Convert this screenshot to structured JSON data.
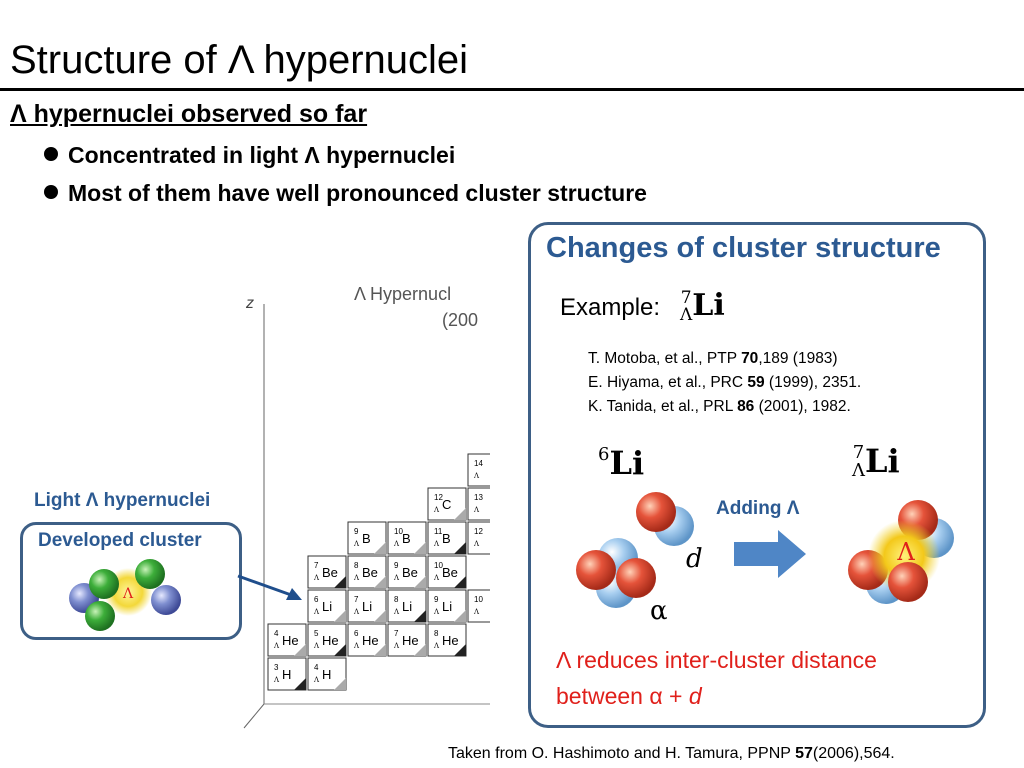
{
  "slide": {
    "title": "Structure of Λ hypernuclei",
    "heading": "Λ hypernuclei observed so far",
    "bullets": [
      "Concentrated in light Λ hypernuclei",
      "Most of them have well pronounced cluster structure"
    ]
  },
  "chart_figure": {
    "z_axis": "z",
    "title_line1": "Λ Hypernucl",
    "title_line2": "(200",
    "cells": [
      {
        "row": 0,
        "col": 0,
        "A": "3",
        "sym": "H"
      },
      {
        "row": 0,
        "col": 1,
        "A": "4",
        "sym": "H"
      },
      {
        "row": 1,
        "col": 0,
        "A": "4",
        "sym": "He"
      },
      {
        "row": 1,
        "col": 1,
        "A": "5",
        "sym": "He"
      },
      {
        "row": 1,
        "col": 2,
        "A": "6",
        "sym": "He"
      },
      {
        "row": 1,
        "col": 3,
        "A": "7",
        "sym": "He"
      },
      {
        "row": 1,
        "col": 4,
        "A": "8",
        "sym": "He"
      },
      {
        "row": 2,
        "col": 1,
        "A": "6",
        "sym": "Li"
      },
      {
        "row": 2,
        "col": 2,
        "A": "7",
        "sym": "Li"
      },
      {
        "row": 2,
        "col": 3,
        "A": "8",
        "sym": "Li"
      },
      {
        "row": 2,
        "col": 4,
        "A": "9",
        "sym": "Li"
      },
      {
        "row": 2,
        "col": 5,
        "A": "10",
        "sym": ""
      },
      {
        "row": 3,
        "col": 1,
        "A": "7",
        "sym": "Be"
      },
      {
        "row": 3,
        "col": 2,
        "A": "8",
        "sym": "Be"
      },
      {
        "row": 3,
        "col": 3,
        "A": "9",
        "sym": "Be"
      },
      {
        "row": 3,
        "col": 4,
        "A": "10",
        "sym": "Be"
      },
      {
        "row": 4,
        "col": 2,
        "A": "9",
        "sym": "B"
      },
      {
        "row": 4,
        "col": 3,
        "A": "10",
        "sym": "B"
      },
      {
        "row": 4,
        "col": 4,
        "A": "11",
        "sym": "B"
      },
      {
        "row": 4,
        "col": 5,
        "A": "12",
        "sym": ""
      },
      {
        "row": 5,
        "col": 4,
        "A": "12",
        "sym": "C"
      },
      {
        "row": 5,
        "col": 5,
        "A": "13",
        "sym": ""
      },
      {
        "row": 6,
        "col": 5,
        "A": "14",
        "sym": ""
      }
    ]
  },
  "left_box": {
    "light_label": "Light Λ hypernuclei",
    "developed_label": "Developed cluster",
    "lambda": "Λ"
  },
  "right_box": {
    "title": "Changes of cluster structure",
    "example_label": "Example:",
    "example_A": "7",
    "example_sub": "Λ",
    "example_sym": "Li",
    "refs": [
      {
        "pre": "T. Motoba, et al., PTP ",
        "vol": "70",
        "post": ",189 (1983)"
      },
      {
        "pre": "E. Hiyama, et al., PRC ",
        "vol": "59",
        "post": " (1999), 2351."
      },
      {
        "pre": "K. Tanida, et al., PRL ",
        "vol": "86",
        "post": " (2001), 1982."
      }
    ],
    "li6_A": "6",
    "li6_sym": "Li",
    "li7_A": "7",
    "li7_sub": "Λ",
    "li7_sym": "Li",
    "adding": "Adding Λ",
    "d_label": "d",
    "alpha_label": "α",
    "lambda": "Λ",
    "red_line1": "Λ reduces inter-cluster distance",
    "red_line2_pre": "between α + ",
    "red_line2_d": "d"
  },
  "footer": {
    "pre": "Taken from O. Hashimoto and H. Tamura, PPNP ",
    "vol": "57",
    "post": "(2006),564."
  },
  "colors": {
    "accent": "#2c5a92",
    "box_border": "#3d5f86",
    "red": "#e0201b",
    "proton": "#e5533a",
    "neutron": "#a9cff0",
    "alpha_green": "#3dae3a",
    "deuteron_blue": "#7f8fd0",
    "lambda_yellow": "#f3d83a",
    "arrow": "#4f86c6"
  }
}
